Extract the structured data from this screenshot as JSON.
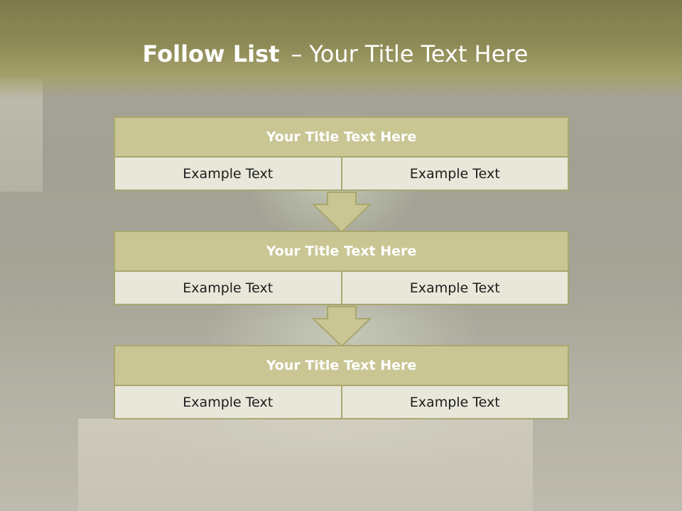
{
  "slide": {
    "title_bold": "Follow List",
    "title_separator": "–",
    "title_rest": "Your Title Text Here"
  },
  "steps": [
    {
      "title": "Your Title Text Here",
      "left": "Example Text",
      "right": "Example Text"
    },
    {
      "title": "Your Title Text Here",
      "left": "Example Text",
      "right": "Example Text"
    },
    {
      "title": "Your Title Text Here",
      "left": "Example Text",
      "right": "Example Text"
    }
  ],
  "colors": {
    "header_fill": "#c9c694",
    "border": "#a9a66e",
    "cell_fill": "#e8e7da",
    "title_band": "#8e8a56"
  }
}
